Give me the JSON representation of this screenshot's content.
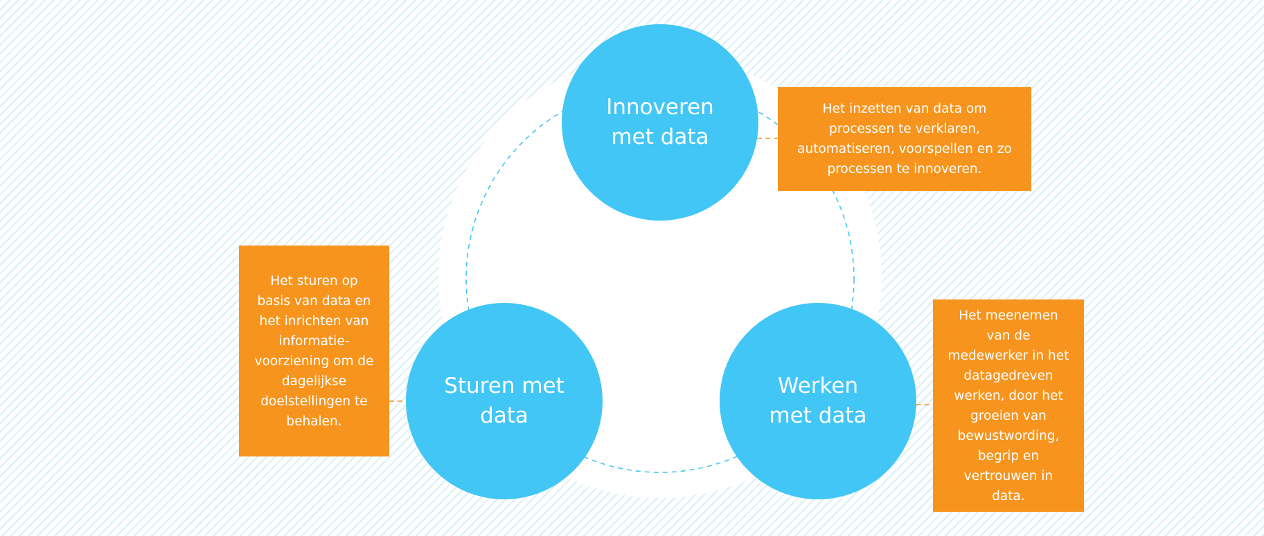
{
  "colors": {
    "node_fill": "#42c6f5",
    "callout_fill": "#f7941d",
    "dashed_ring": "#42c6f5",
    "connector": "#f7941d",
    "text": "#ffffff"
  },
  "nodes": [
    {
      "id": "innoveren",
      "label": "Innoveren\nmet data",
      "description": "Het inzetten van data om\nprocessen te verklaren,\nautomatiseren, voorspellen en zo\nprocessen te innoveren."
    },
    {
      "id": "sturen",
      "label": "Sturen met\ndata",
      "description": "Het sturen op\nbasis van data en\nhet inrichten van\ninformatie-\nvoorziening om de\ndagelijkse\ndoelstellingen te\nbehalen."
    },
    {
      "id": "werken",
      "label": "Werken\nmet data",
      "description": "Het meenemen\nvan de\nmedewerker in het\ndatagedreven\nwerken, door het\ngroeien  van\nbewustwording,\nbegrip en\nvertrouwen in\ndata."
    }
  ]
}
